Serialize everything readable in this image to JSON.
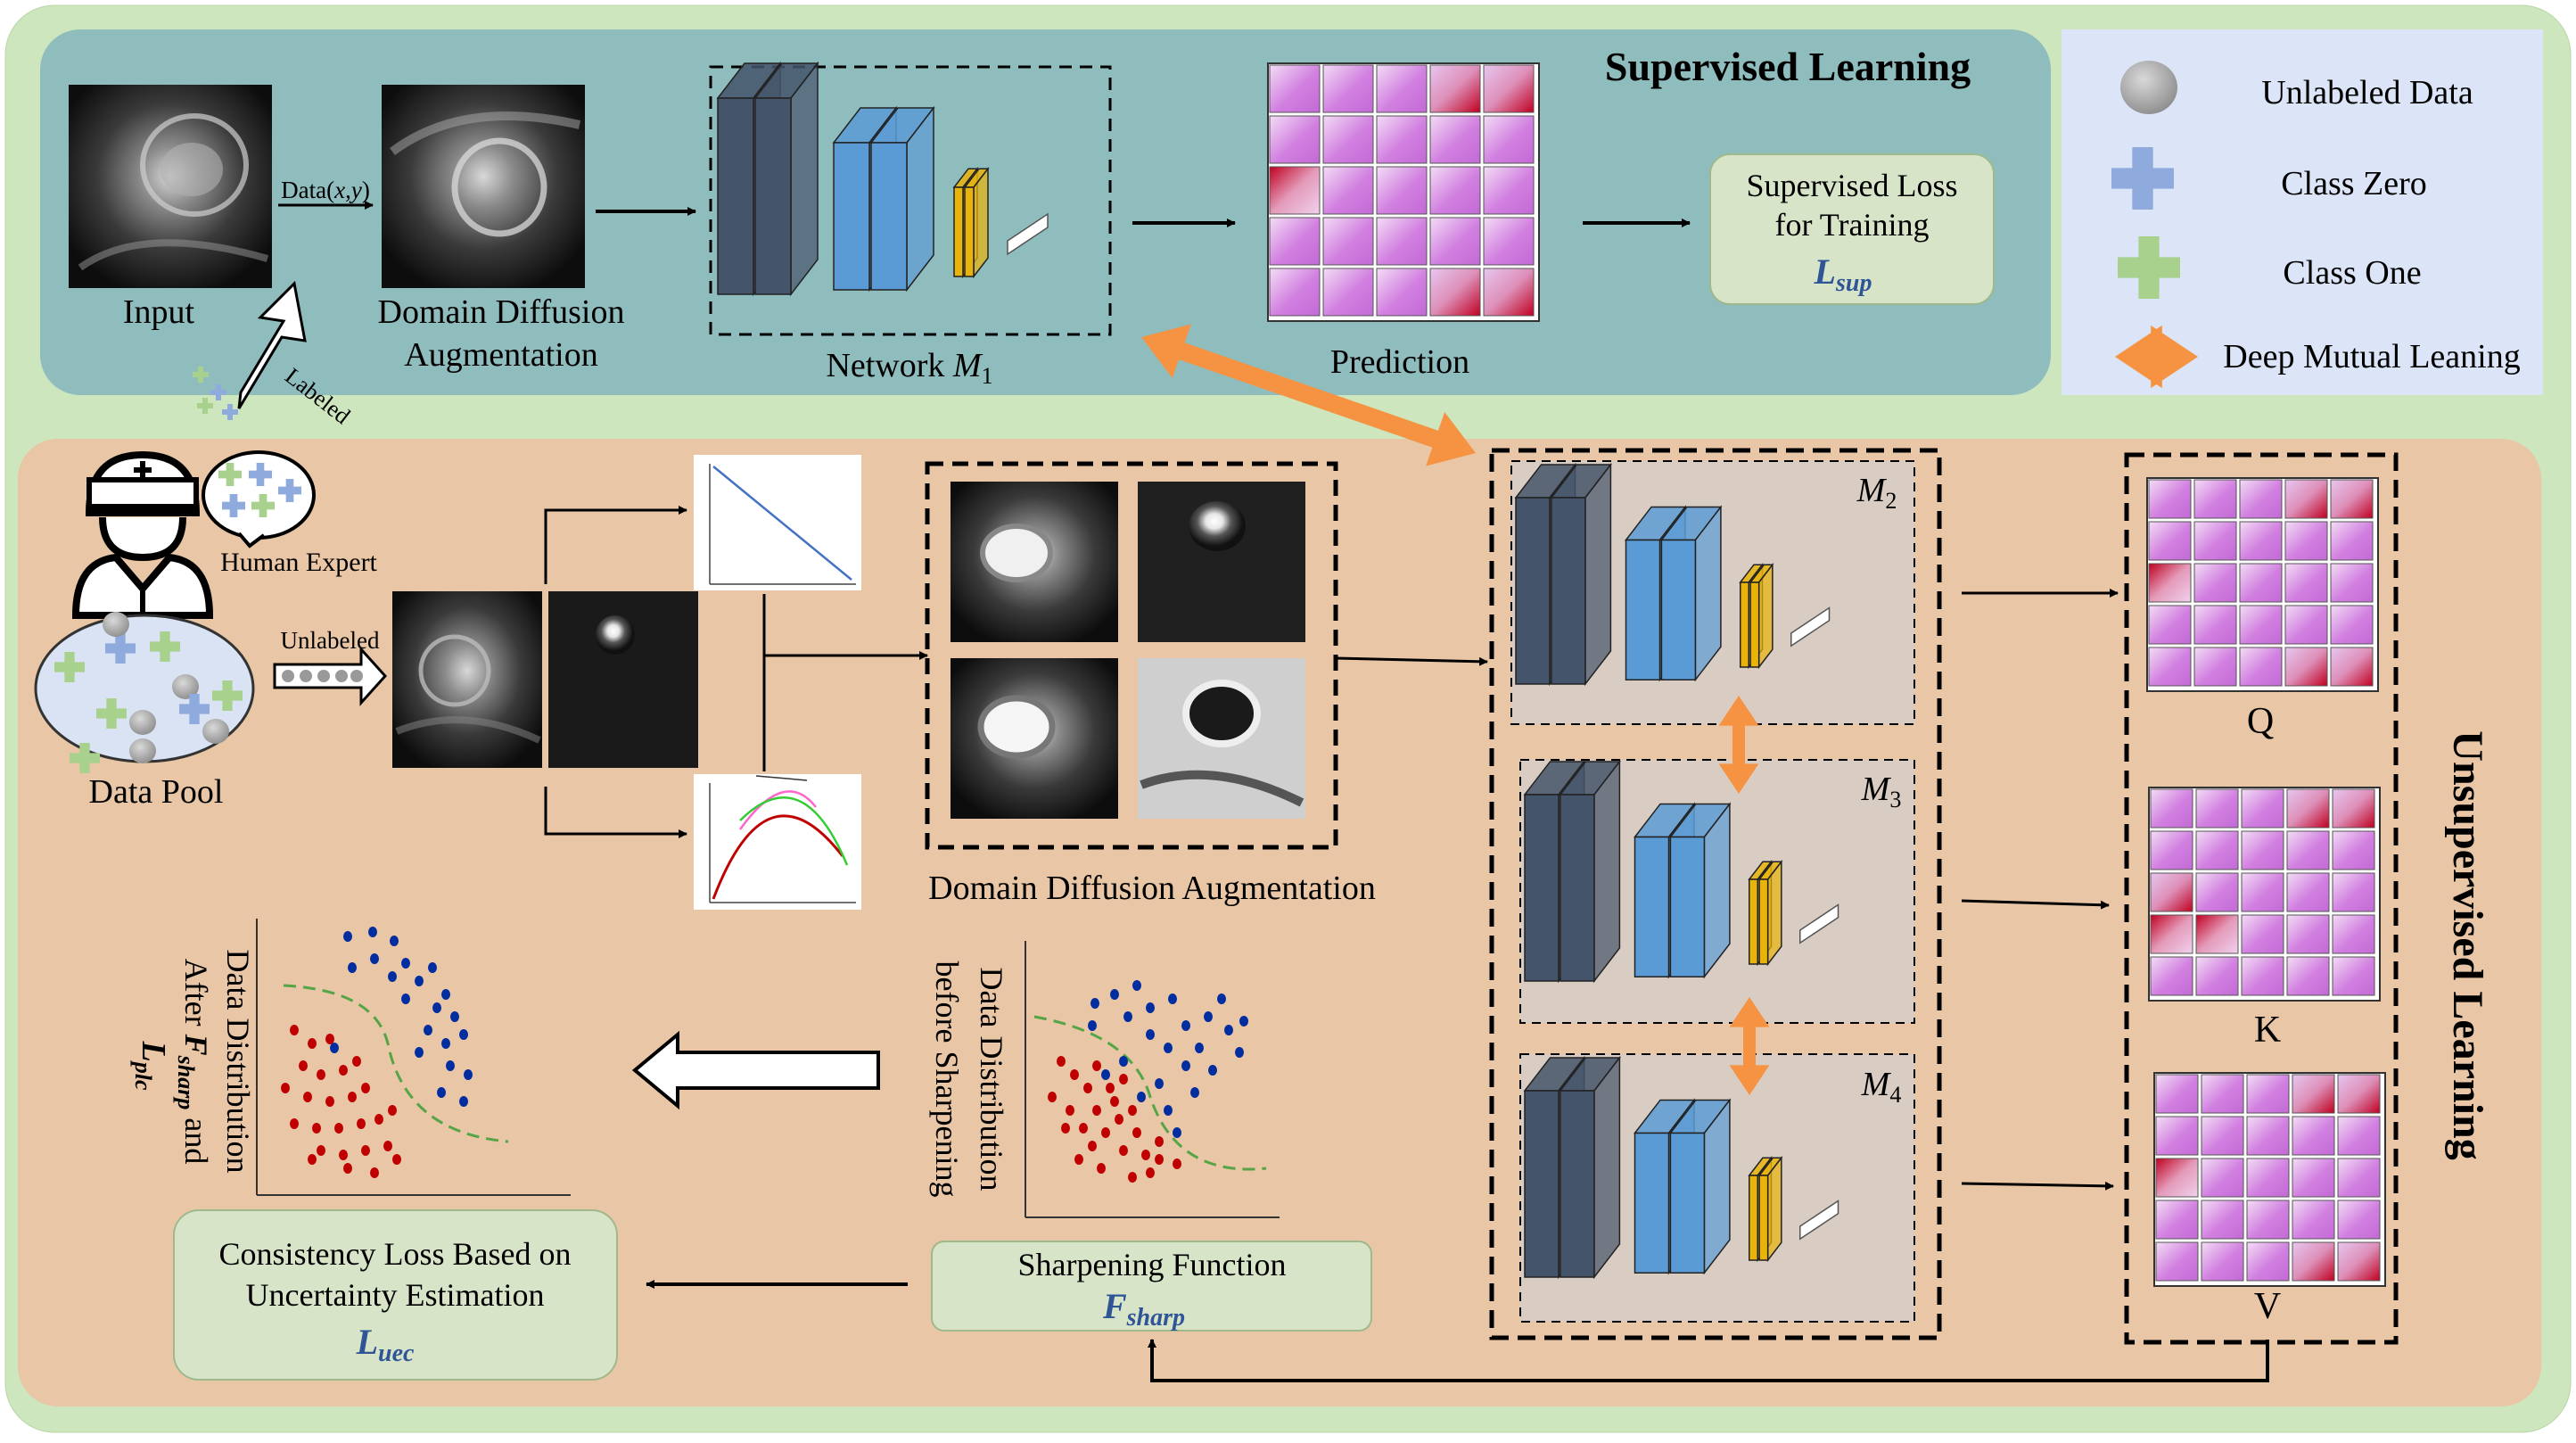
{
  "supervised": {
    "title": "Supervised Learning",
    "input_label": "Input",
    "data_label_prefix": "Data(",
    "data_label_x": "x",
    "data_label_comma": ",",
    "data_label_y": "y",
    "data_label_suffix": ")",
    "augment_line1": "Domain Diffusion",
    "augment_line2": "Augmentation",
    "network_label": "Network ",
    "network_symbol": "M",
    "network_sub": "1",
    "prediction_label": "Prediction",
    "loss_line1": "Supervised Loss",
    "loss_line2": "for Training",
    "loss_symbol": "L",
    "loss_sub": "sup",
    "labeled_arrow": "Labeled"
  },
  "legend": {
    "unlabeled": "Unlabeled Data",
    "class_zero": "Class Zero",
    "class_one": "Class One",
    "dml": "Deep Mutual Leaning",
    "colors": {
      "unlabeled": "#a6a6a6",
      "class_zero": "#8faadc",
      "class_one": "#a9d18e",
      "dml": "#f59342"
    }
  },
  "unsupervised": {
    "title": "Unsupervised Learning",
    "human_expert": "Human Expert",
    "data_pool": "Data Pool",
    "unlabeled_arrow": "Unlabeled",
    "augment_label": "Domain Diffusion Augmentation",
    "models": [
      {
        "symbol": "M",
        "sub": "2"
      },
      {
        "symbol": "M",
        "sub": "3"
      },
      {
        "symbol": "M",
        "sub": "4"
      }
    ],
    "outputs": [
      "Q",
      "K",
      "V"
    ],
    "before_line1": "Data Distribution",
    "before_line2": "before Sharpening",
    "after_line1": "Data Distribution",
    "after_line2_pre": "After ",
    "after_symbol": "F",
    "after_sub": "sharp",
    "after_line2_post": " and",
    "after_loss_symbol": "L",
    "after_loss_sub": "plc",
    "sharpen_label": "Sharpening Function",
    "sharpen_symbol": "F",
    "sharpen_sub": "sharp",
    "consistency_line1": "Consistency Loss Based on",
    "consistency_line2": "Uncertainty Estimation",
    "consistency_symbol": "L",
    "consistency_sub": "uec"
  },
  "colors": {
    "outer_bg": "#cde6bd",
    "supervised_bg": "#8fbcbd",
    "unsupervised_bg": "#e9c6a5",
    "legend_bg": "#dbe5f7",
    "dark_block": "#44546a",
    "blue_block": "#5b9bd5",
    "yellow_block": "#e8b30a",
    "loss_box": "#d7e4c8",
    "formula_blue": "#2f5597",
    "point_red": "#c00000",
    "point_blue": "#002da0",
    "dml_arrow": "#f59342"
  }
}
